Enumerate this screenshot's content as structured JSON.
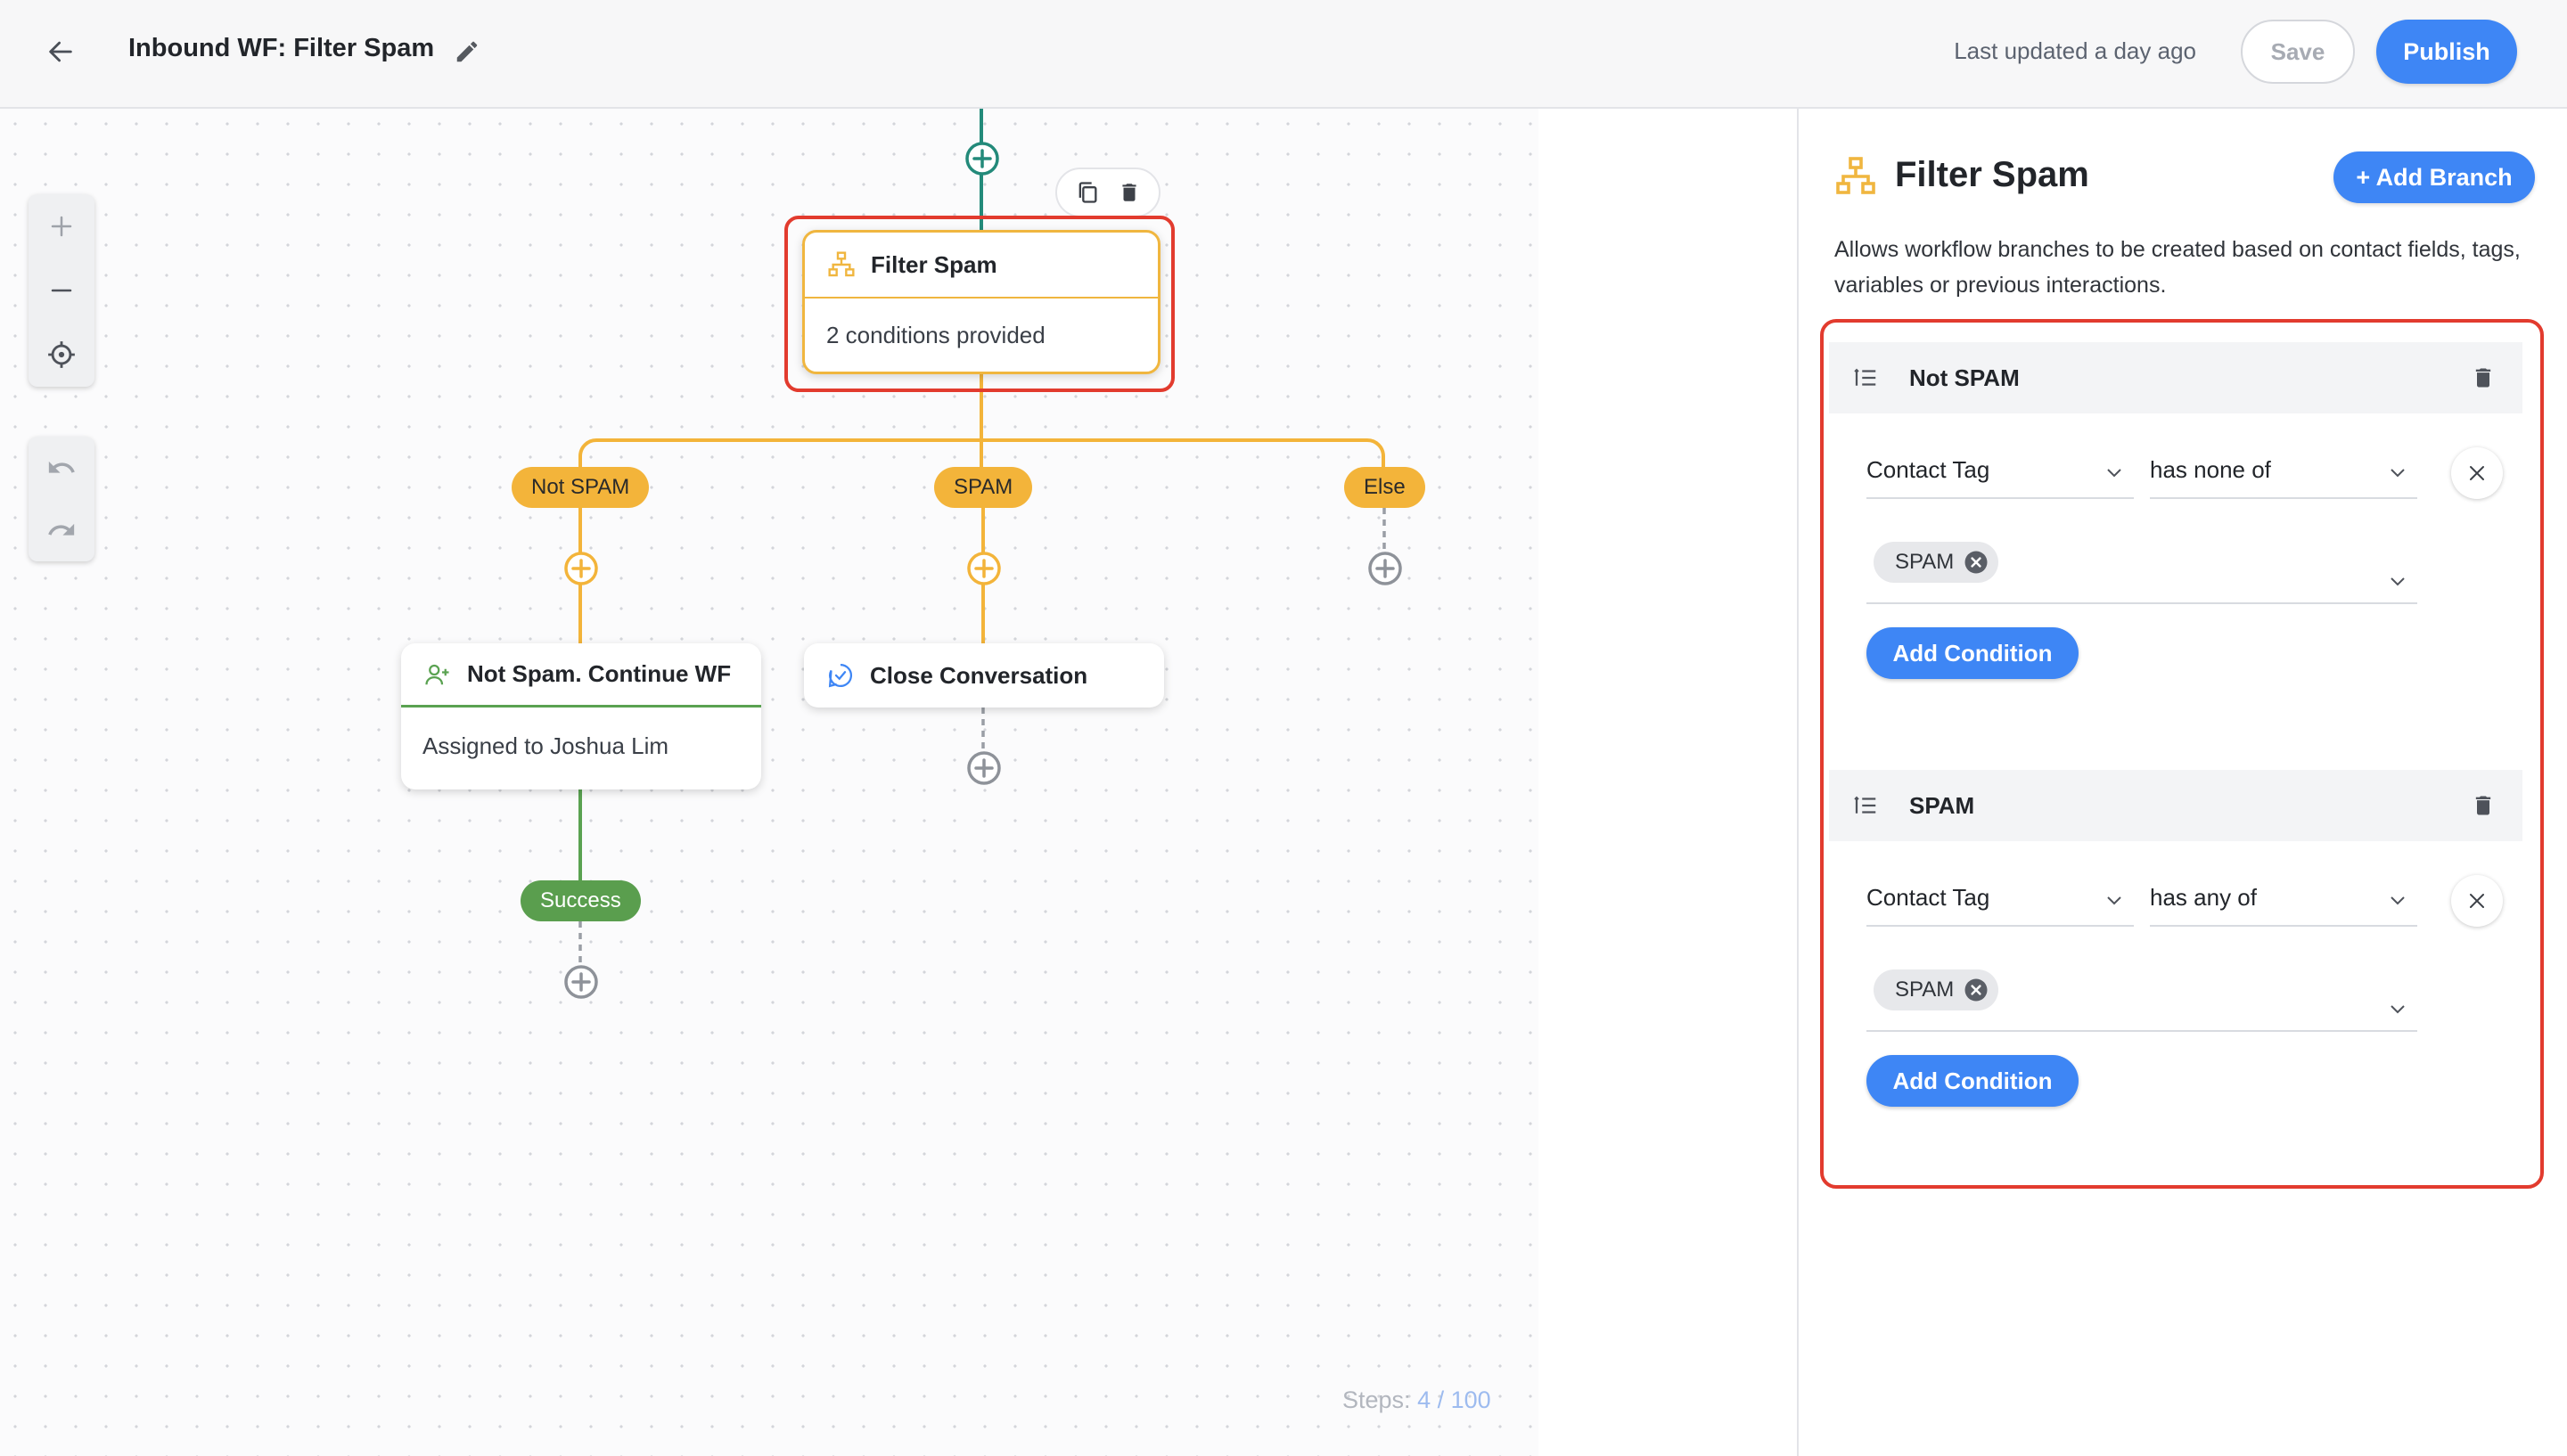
{
  "header": {
    "title": "Inbound WF: Filter Spam",
    "last_updated": "Last updated a day ago",
    "save_label": "Save",
    "publish_label": "Publish"
  },
  "canvas": {
    "nodes": {
      "filter": {
        "title": "Filter Spam",
        "subtitle": "2 conditions provided"
      },
      "assign": {
        "title": "Not Spam. Continue WF",
        "subtitle": "Assigned to Joshua Lim"
      },
      "close": {
        "title": "Close Conversation"
      }
    },
    "branch_labels": {
      "not_spam": "Not SPAM",
      "spam": "SPAM",
      "else": "Else"
    },
    "success_label": "Success",
    "steps_label": "Steps:",
    "steps_count": "4 / 100"
  },
  "panel": {
    "title": "Filter Spam",
    "add_branch_label": "+ Add Branch",
    "description": "Allows workflow branches to be created based on contact fields, tags, variables or previous interactions.",
    "branches": [
      {
        "name": "Not SPAM",
        "field": "Contact Tag",
        "operator": "has none of",
        "value_chip": "SPAM",
        "add_condition_label": "Add Condition"
      },
      {
        "name": "SPAM",
        "field": "Contact Tag",
        "operator": "has any of",
        "value_chip": "SPAM",
        "add_condition_label": "Add Condition"
      }
    ]
  },
  "colors": {
    "accent_blue": "#3e86f5",
    "branch_yellow": "#f3b43a",
    "success_green": "#5a9e4e",
    "highlight_red": "#e23b2e",
    "trigger_teal": "#238a7a"
  },
  "icons": [
    "arrow-left-icon",
    "pencil-icon",
    "plus-icon",
    "minus-icon",
    "crosshair-icon",
    "undo-icon",
    "redo-icon",
    "copy-icon",
    "trash-icon",
    "branch-network-icon",
    "user-plus-icon",
    "check-circle-icon",
    "reorder-icon",
    "chevron-down-icon",
    "close-icon",
    "close-circle-icon"
  ]
}
